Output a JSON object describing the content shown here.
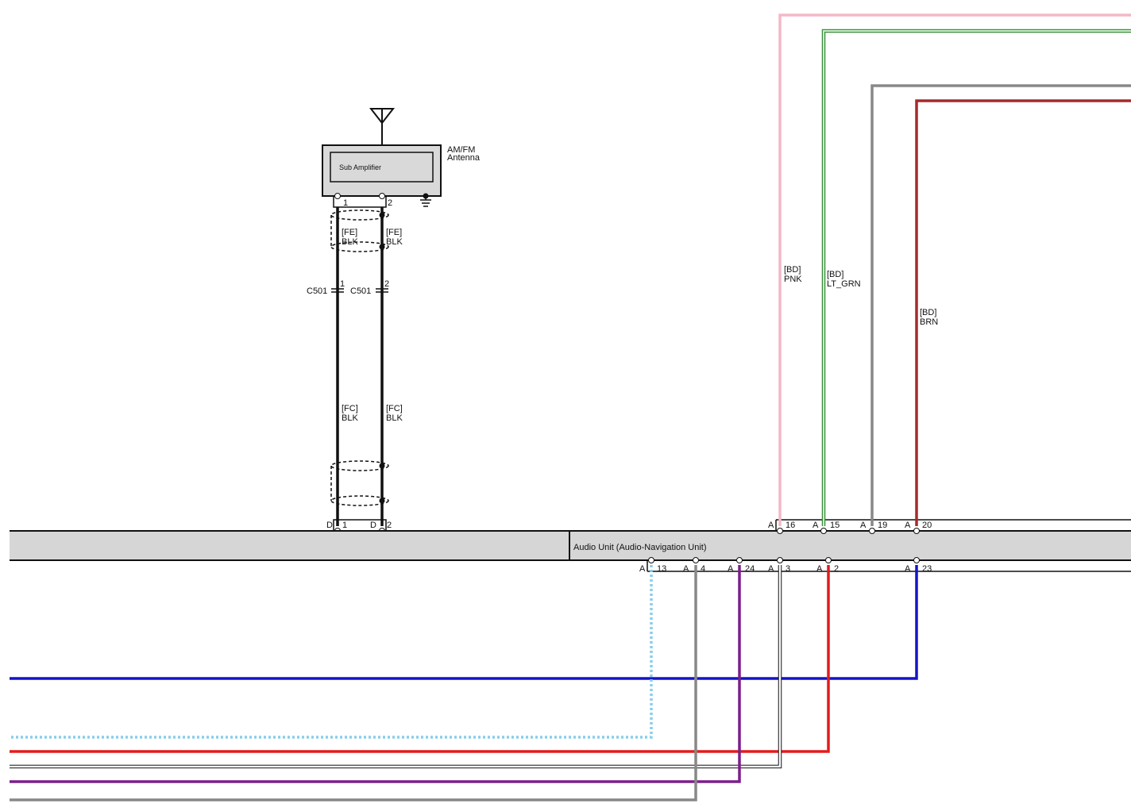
{
  "antenna": {
    "title_line1": "AM/FM",
    "title_line2": "Antenna",
    "sub_amplifier": "Sub Amplifier",
    "pin1": "1",
    "pin2": "2"
  },
  "audio_unit": {
    "title": "Audio Unit (Audio-Navigation Unit)"
  },
  "wires_antenna": [
    {
      "code_fe": "[FE]",
      "color_fe": "BLK",
      "connector": "C501",
      "c_pin": "1",
      "code_fc": "[FC]",
      "color_fc": "BLK",
      "conn_letter": "D",
      "unit_pin": "1"
    },
    {
      "code_fe": "[FE]",
      "color_fe": "BLK",
      "connector": "C501",
      "c_pin": "2",
      "code_fc": "[FC]",
      "color_fc": "BLK",
      "conn_letter": "D",
      "unit_pin": "2"
    }
  ],
  "wires_top": [
    {
      "code": "[BD]",
      "color_name": "PNK",
      "conn_letter": "A",
      "pin": "16",
      "stroke": "#f4b8c8"
    },
    {
      "code": "[BD]",
      "color_name": "LT_GRN",
      "conn_letter": "A",
      "pin": "15",
      "stroke": "#7cc47c"
    },
    {
      "code": "",
      "color_name": "",
      "conn_letter": "A",
      "pin": "19",
      "stroke": "#888888"
    },
    {
      "code": "[BD]",
      "color_name": "BRN",
      "conn_letter": "A",
      "pin": "20",
      "stroke": "#a52a2a"
    }
  ],
  "wires_bottom": [
    {
      "conn_letter": "A",
      "pin": "13",
      "stroke": "#87ceeb"
    },
    {
      "conn_letter": "A",
      "pin": "4",
      "stroke": "#888888"
    },
    {
      "conn_letter": "A",
      "pin": "24",
      "stroke": "#7b1f8a"
    },
    {
      "conn_letter": "A",
      "pin": "3",
      "stroke": "#ffffff"
    },
    {
      "conn_letter": "A",
      "pin": "2",
      "stroke": "#e31b1b"
    },
    {
      "conn_letter": "A",
      "pin": "23",
      "stroke": "#1414c8"
    }
  ]
}
